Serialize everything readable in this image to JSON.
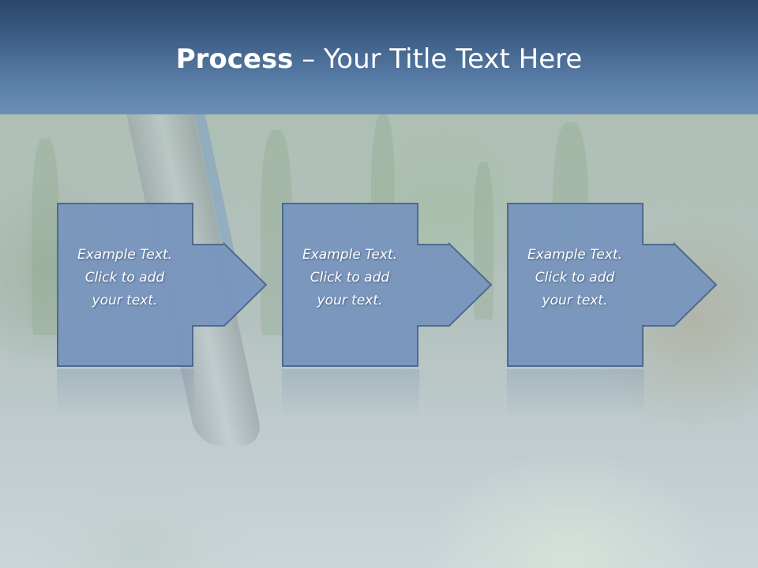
{
  "slide": {
    "title_bold": "Process",
    "title_rest": " – Your Title Text Here"
  },
  "steps": [
    {
      "line1": "Example Text.",
      "line2": "Click  to add",
      "line3": "your text."
    },
    {
      "line1": "Example Text.",
      "line2": "Click  to add",
      "line3": "your text."
    },
    {
      "line1": "Example Text.",
      "line2": "Click  to add",
      "line3": "your text."
    }
  ],
  "colors": {
    "box_fill": "#7a97bf",
    "box_stroke": "#4f6a8f",
    "header_top": "#2c4566",
    "header_bottom": "#6a8eb6"
  }
}
